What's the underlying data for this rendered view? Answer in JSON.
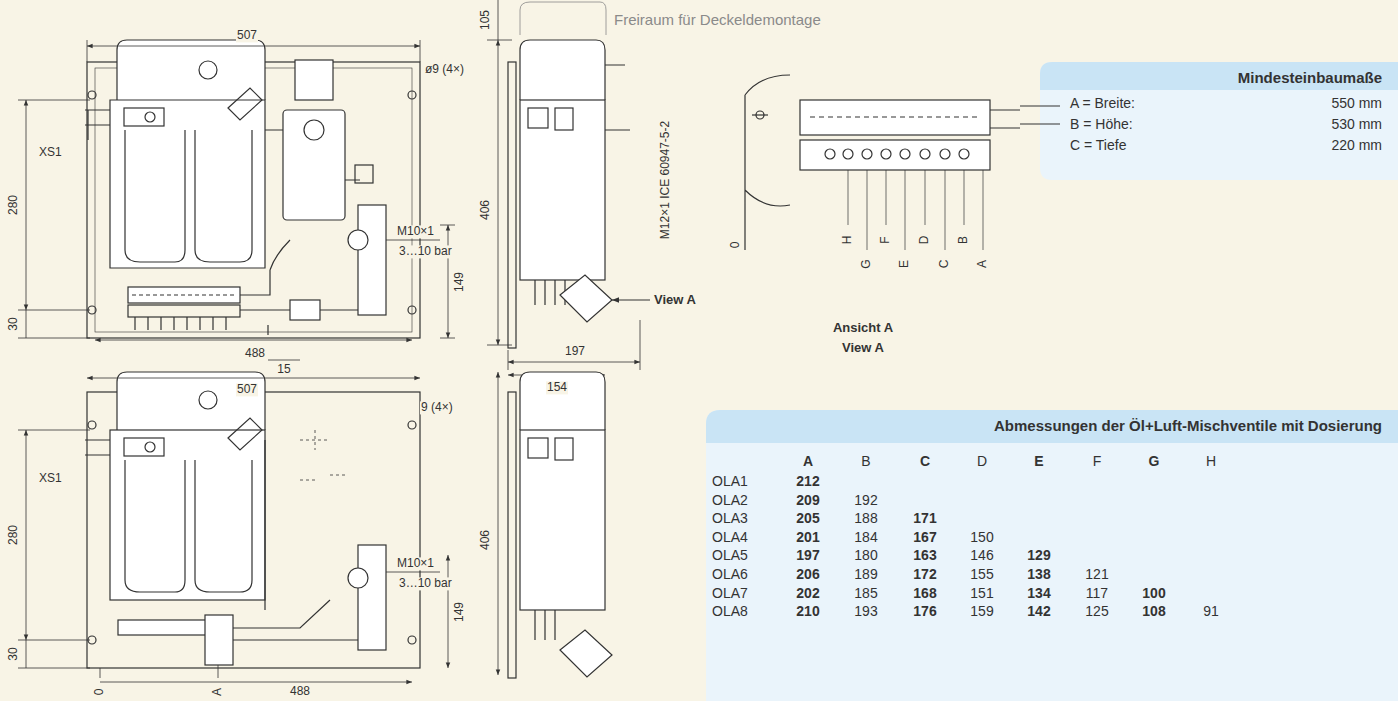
{
  "diagram": {
    "nodes": [
      {
        "text": [
          "Mindesteinbaumaße"
        ]
      },
      {
        "text": [
          "Abmessungen der Öl+Luft-Mischventile mit Dosierung"
        ]
      }
    ],
    "labels": [
      "Freiraum für Deckeldemontage",
      "507",
      "105",
      "ø9 (4×)",
      "XS1",
      "280",
      "30",
      "488",
      "15",
      "149",
      "M10×1",
      "3…10 bar",
      "406",
      "M12×1 ICE 60947-5-2",
      "197",
      "View A",
      "H",
      "G",
      "F",
      "E",
      "D",
      "C",
      "B",
      "A",
      "0",
      "Ansicht A",
      "View A",
      "507",
      "9 (4×)",
      "XS1",
      "280",
      "30",
      "M10×1",
      "3…10 bar",
      "149",
      "406",
      "154",
      "0",
      "A",
      "488",
      "A = Breite:",
      "550 mm",
      "B = Höhe:",
      "530 mm",
      "C = Tiefe",
      "220 mm",
      "A",
      "B",
      "C",
      "D",
      "E",
      "F",
      "G",
      "H",
      "OLA1",
      "212",
      "OLA2",
      "209",
      "192",
      "OLA3",
      "205",
      "188",
      "171",
      "OLA4",
      "201",
      "184",
      "167",
      "150",
      "OLA5",
      "197",
      "180",
      "163",
      "146",
      "129",
      "OLA6",
      "206",
      "189",
      "172",
      "155",
      "138",
      "121",
      "OLA7",
      "202",
      "185",
      "168",
      "151",
      "134",
      "117",
      "100",
      "OLA8",
      "210",
      "193",
      "176",
      "159",
      "142",
      "125",
      "108",
      "91"
    ]
  }
}
